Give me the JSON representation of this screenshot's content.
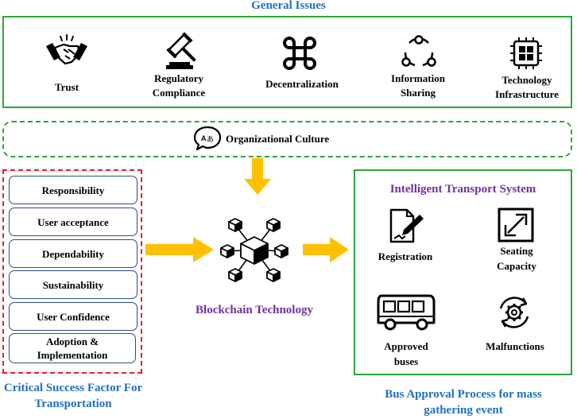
{
  "general_issues": {
    "title": "General Issues",
    "items": [
      {
        "label": "Trust",
        "icon": "handshake-icon"
      },
      {
        "label": "Regulatory Compliance",
        "icon": "gavel-icon"
      },
      {
        "label": "Decentralization",
        "icon": "command-icon"
      },
      {
        "label": "Information Sharing",
        "icon": "cycle-icon"
      },
      {
        "label": "Technology Infrastructure",
        "icon": "chip-icon"
      }
    ]
  },
  "organizational_culture": {
    "label": "Organizational Culture",
    "icon": "translate-bubble-icon"
  },
  "critical_success_factors": {
    "items": [
      "Responsibility",
      "User acceptance",
      "Dependability",
      "Sustainability",
      "User Confidence",
      "Adoption & Implementation"
    ],
    "caption": "Critical Success Factor For Transportation"
  },
  "blockchain": {
    "label": "Blockchain Technology",
    "icon": "blockchain-cubes-icon"
  },
  "its": {
    "title": "Intelligent Transport System",
    "items": [
      {
        "label": "Registration",
        "icon": "registration-icon"
      },
      {
        "label": "Seating Capacity",
        "icon": "resize-icon"
      },
      {
        "label": "Approved buses",
        "icon": "bus-icon"
      },
      {
        "label": "Malfunctions",
        "icon": "gear-cycle-icon"
      }
    ],
    "caption": "Bus Approval Process for mass gathering event"
  },
  "colors": {
    "green": "#2aa836",
    "red": "#e0202a",
    "arrow": "#ffc000",
    "blue_title": "#1f6fc4",
    "purple_title": "#7030a0",
    "box_border": "#2e4a8a"
  }
}
